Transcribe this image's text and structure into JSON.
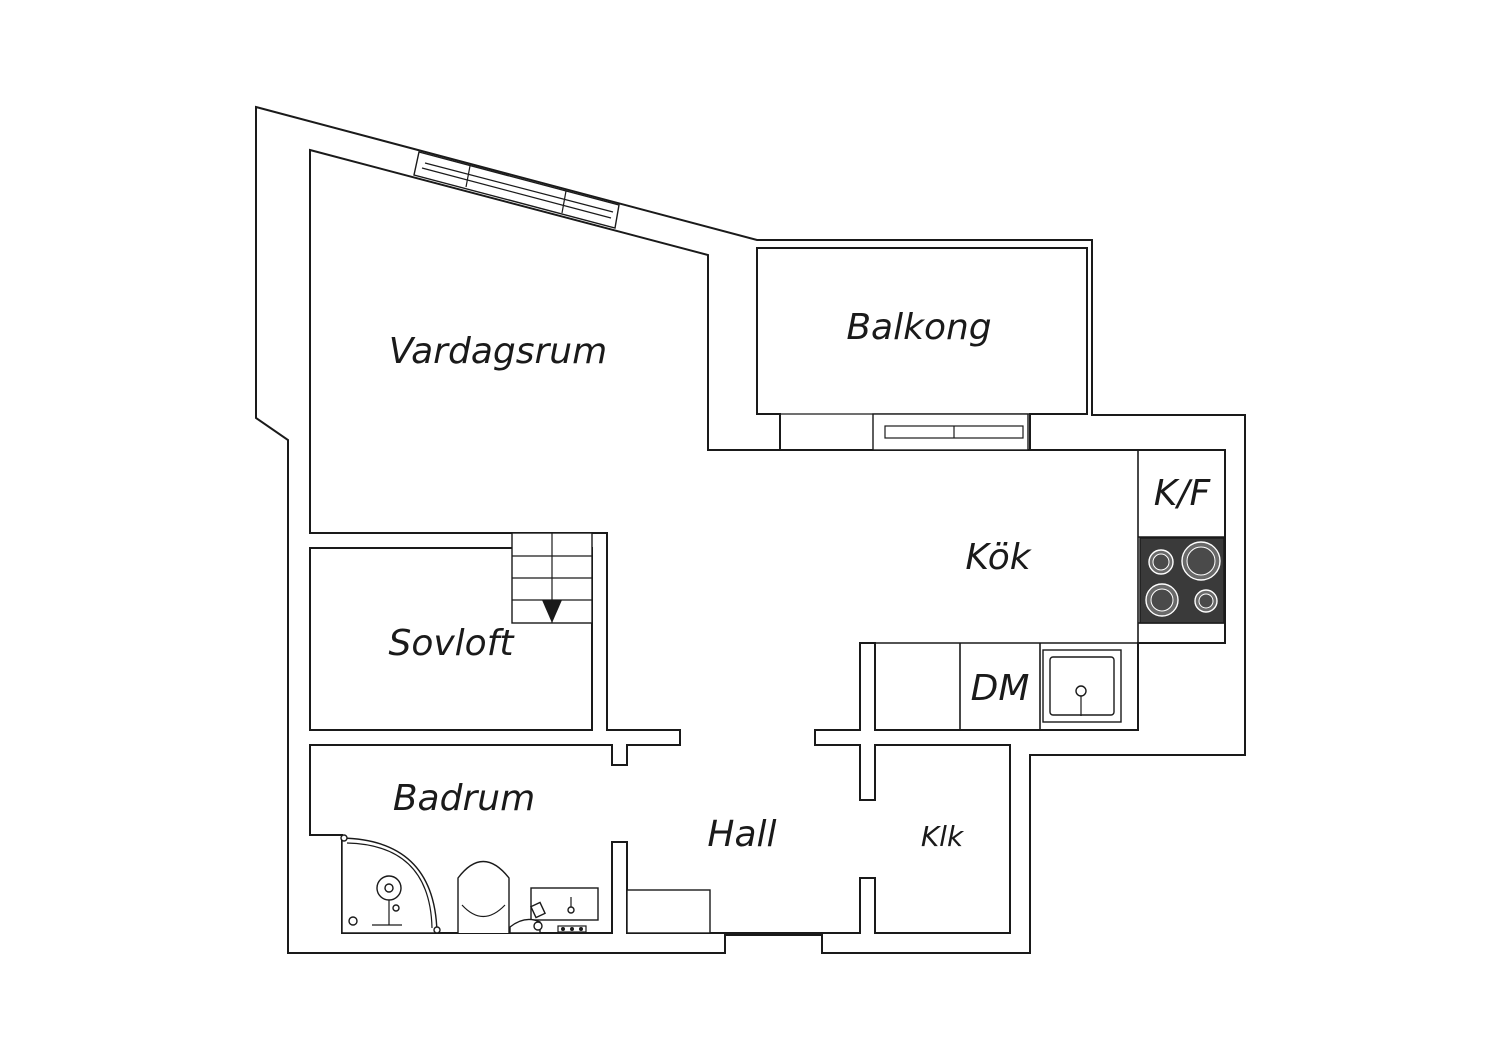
{
  "rooms": {
    "vardagsrum": "Vardagsrum",
    "balkong": "Balkong",
    "kok": "Kök",
    "kf": "K/F",
    "sovloft": "Sovloft",
    "dm": "DM",
    "badrum": "Badrum",
    "hall": "Hall",
    "klk": "Klk"
  },
  "colors": {
    "wall": "#1a1a1a",
    "background": "#ffffff",
    "stove": "#3a3a3a"
  }
}
